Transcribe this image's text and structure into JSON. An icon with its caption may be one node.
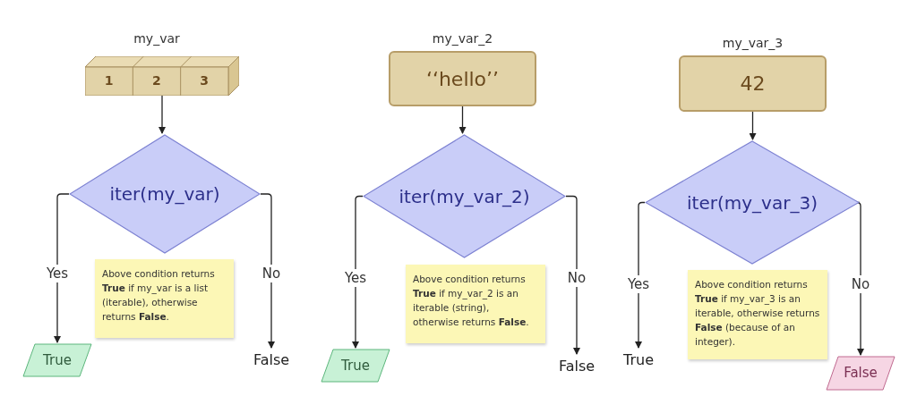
{
  "diagram": {
    "nodes": [
      {
        "text": [
          "my_var",
          "1",
          "2",
          "3"
        ]
      },
      {
        "text": [
          "iter(my_var)"
        ]
      },
      {
        "text": [
          "Above condition  returns **True** if my_var is a list (iterable), otherwise returns **False**."
        ]
      },
      {
        "text": [
          "True"
        ]
      },
      {
        "text": [
          "False"
        ]
      },
      {
        "text": [
          "my_var_2",
          "‘‘hello’’"
        ]
      },
      {
        "text": [
          "iter(my_var_2)"
        ]
      },
      {
        "text": [
          "Above condition  returns **True** if my_var_2 is an iterable (string), otherwise returns **False**."
        ]
      },
      {
        "text": [
          "True"
        ]
      },
      {
        "text": [
          "False"
        ]
      },
      {
        "text": [
          "my_var_3",
          "42"
        ]
      },
      {
        "text": [
          "iter(my_var_3)"
        ]
      },
      {
        "text": [
          "Above condition  returns **True** if my_var_3 is an iterable, otherwise returns **False** (because of an integer)."
        ]
      },
      {
        "text": [
          "True"
        ]
      },
      {
        "text": [
          "False"
        ]
      }
    ],
    "edges": [
      {
        "from": 0,
        "to": 1,
        "arrow": "to"
      },
      {
        "from": 1,
        "to": 3,
        "arrow": "to",
        "label": "Yes"
      },
      {
        "from": 1,
        "to": 4,
        "arrow": "to",
        "label": "No"
      },
      {
        "from": 5,
        "to": 6,
        "arrow": "to"
      },
      {
        "from": 6,
        "to": 8,
        "arrow": "to",
        "label": "Yes"
      },
      {
        "from": 6,
        "to": 9,
        "arrow": "to",
        "label": "No"
      },
      {
        "from": 10,
        "to": 11,
        "arrow": "to"
      },
      {
        "from": 11,
        "to": 13,
        "arrow": "to",
        "label": "Yes"
      },
      {
        "from": 11,
        "to": 14,
        "arrow": "to",
        "label": "No"
      }
    ]
  }
}
